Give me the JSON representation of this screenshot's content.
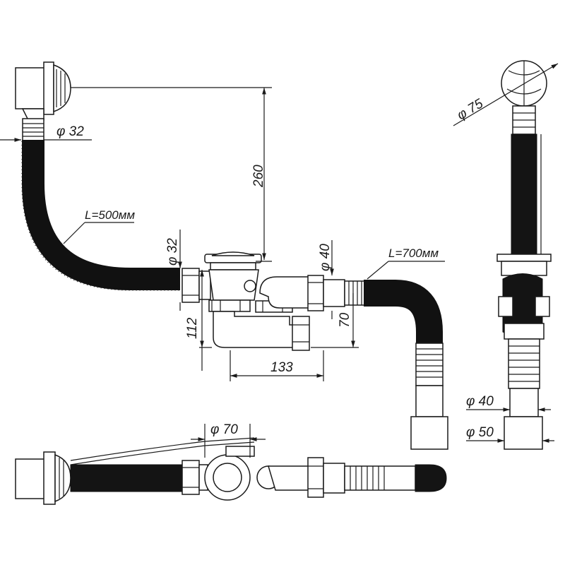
{
  "colors": {
    "ink": "#1a1a1a",
    "hose": "#141414",
    "paper": "#ffffff"
  },
  "labels": {
    "d32_top": "φ 32",
    "len_500": "L=500мм",
    "h260": "260",
    "d32_mid": "φ 32",
    "d40_mid": "φ 40",
    "len_700": "L=700мм",
    "h112": "112",
    "h70": "70",
    "w133": "133",
    "d75": "φ 75",
    "d40_right": "φ 40",
    "d50_right": "φ 50",
    "d70_bottom": "φ 70"
  }
}
